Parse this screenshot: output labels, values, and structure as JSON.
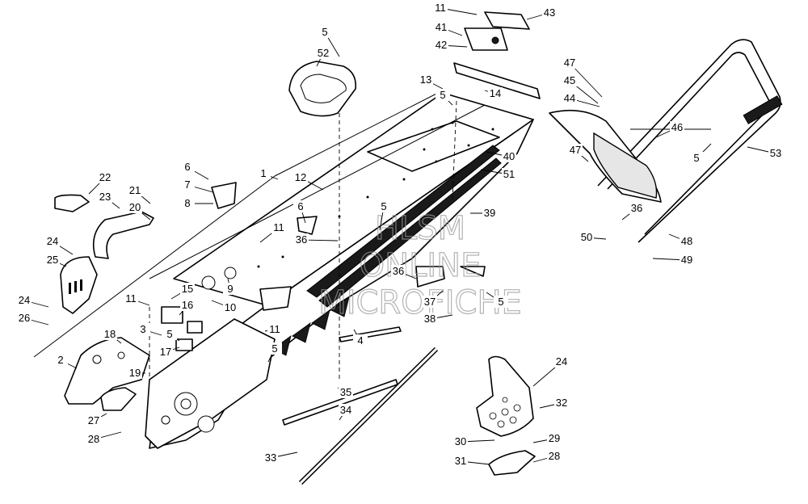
{
  "watermark": {
    "line1": "HLSM",
    "line2": "ONLINE",
    "line3": "MICROFICHE"
  },
  "callouts": [
    {
      "id": "c1",
      "label": "11"
    },
    {
      "id": "c2",
      "label": "43"
    },
    {
      "id": "c3",
      "label": "41"
    },
    {
      "id": "c4",
      "label": "42"
    },
    {
      "id": "c5",
      "label": "5"
    },
    {
      "id": "c6",
      "label": "52"
    },
    {
      "id": "c7",
      "label": "47"
    },
    {
      "id": "c8",
      "label": "45"
    },
    {
      "id": "c9",
      "label": "44"
    },
    {
      "id": "c10",
      "label": "13"
    },
    {
      "id": "c11",
      "label": "14"
    },
    {
      "id": "c12",
      "label": "5"
    },
    {
      "id": "c13",
      "label": "46"
    },
    {
      "id": "c14",
      "label": "53"
    },
    {
      "id": "c15",
      "label": "40"
    },
    {
      "id": "c16",
      "label": "47"
    },
    {
      "id": "c17",
      "label": "5"
    },
    {
      "id": "c18",
      "label": "51"
    },
    {
      "id": "c19",
      "label": "1"
    },
    {
      "id": "c20",
      "label": "12"
    },
    {
      "id": "c21",
      "label": "6"
    },
    {
      "id": "c22",
      "label": "7"
    },
    {
      "id": "c23",
      "label": "8"
    },
    {
      "id": "c24",
      "label": "22"
    },
    {
      "id": "c25",
      "label": "23"
    },
    {
      "id": "c26",
      "label": "21"
    },
    {
      "id": "c27",
      "label": "20"
    },
    {
      "id": "c28",
      "label": "6"
    },
    {
      "id": "c29",
      "label": "5"
    },
    {
      "id": "c30",
      "label": "39"
    },
    {
      "id": "c31",
      "label": "36"
    },
    {
      "id": "c32",
      "label": "50"
    },
    {
      "id": "c33",
      "label": "48"
    },
    {
      "id": "c34",
      "label": "49"
    },
    {
      "id": "c35",
      "label": "11"
    },
    {
      "id": "c36",
      "label": "36"
    },
    {
      "id": "c37",
      "label": "24"
    },
    {
      "id": "c38",
      "label": "25"
    },
    {
      "id": "c39",
      "label": "9"
    },
    {
      "id": "c40",
      "label": "15"
    },
    {
      "id": "c41",
      "label": "10"
    },
    {
      "id": "c42",
      "label": "36"
    },
    {
      "id": "c43",
      "label": "24"
    },
    {
      "id": "c44",
      "label": "11"
    },
    {
      "id": "c45",
      "label": "16"
    },
    {
      "id": "c46",
      "label": "37"
    },
    {
      "id": "c47",
      "label": "5"
    },
    {
      "id": "c48",
      "label": "26"
    },
    {
      "id": "c49",
      "label": "38"
    },
    {
      "id": "c50",
      "label": "18"
    },
    {
      "id": "c51",
      "label": "3"
    },
    {
      "id": "c52",
      "label": "5"
    },
    {
      "id": "c53",
      "label": "11"
    },
    {
      "id": "c54",
      "label": "4"
    },
    {
      "id": "c55",
      "label": "17"
    },
    {
      "id": "c56",
      "label": "2"
    },
    {
      "id": "c57",
      "label": "5"
    },
    {
      "id": "c58",
      "label": "19"
    },
    {
      "id": "c59",
      "label": "35"
    },
    {
      "id": "c60",
      "label": "24"
    },
    {
      "id": "c61",
      "label": "32"
    },
    {
      "id": "c62",
      "label": "27"
    },
    {
      "id": "c63",
      "label": "34"
    },
    {
      "id": "c64",
      "label": "28"
    },
    {
      "id": "c65",
      "label": "30"
    },
    {
      "id": "c66",
      "label": "29"
    },
    {
      "id": "c67",
      "label": "33"
    },
    {
      "id": "c68",
      "label": "31"
    },
    {
      "id": "c69",
      "label": "28"
    }
  ]
}
